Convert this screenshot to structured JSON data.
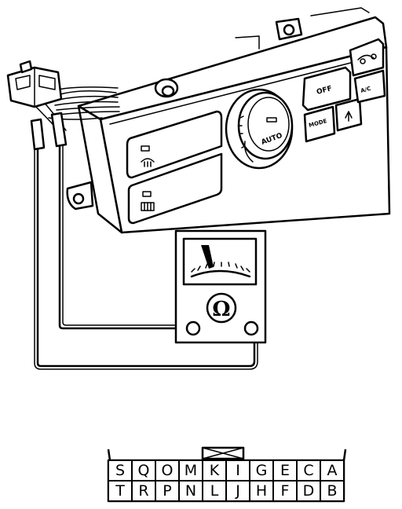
{
  "panel": {
    "auto_label": "AUTO",
    "off_label": "OFF",
    "mode_label": "MODE",
    "ac_label": "A/C"
  },
  "meter": {
    "symbol": "Ω"
  },
  "connector": {
    "top_row": [
      "S",
      "Q",
      "O",
      "M",
      "K",
      "I",
      "G",
      "E",
      "C",
      "A"
    ],
    "bottom_row": [
      "T",
      "R",
      "P",
      "N",
      "L",
      "J",
      "H",
      "F",
      "D",
      "B"
    ]
  }
}
